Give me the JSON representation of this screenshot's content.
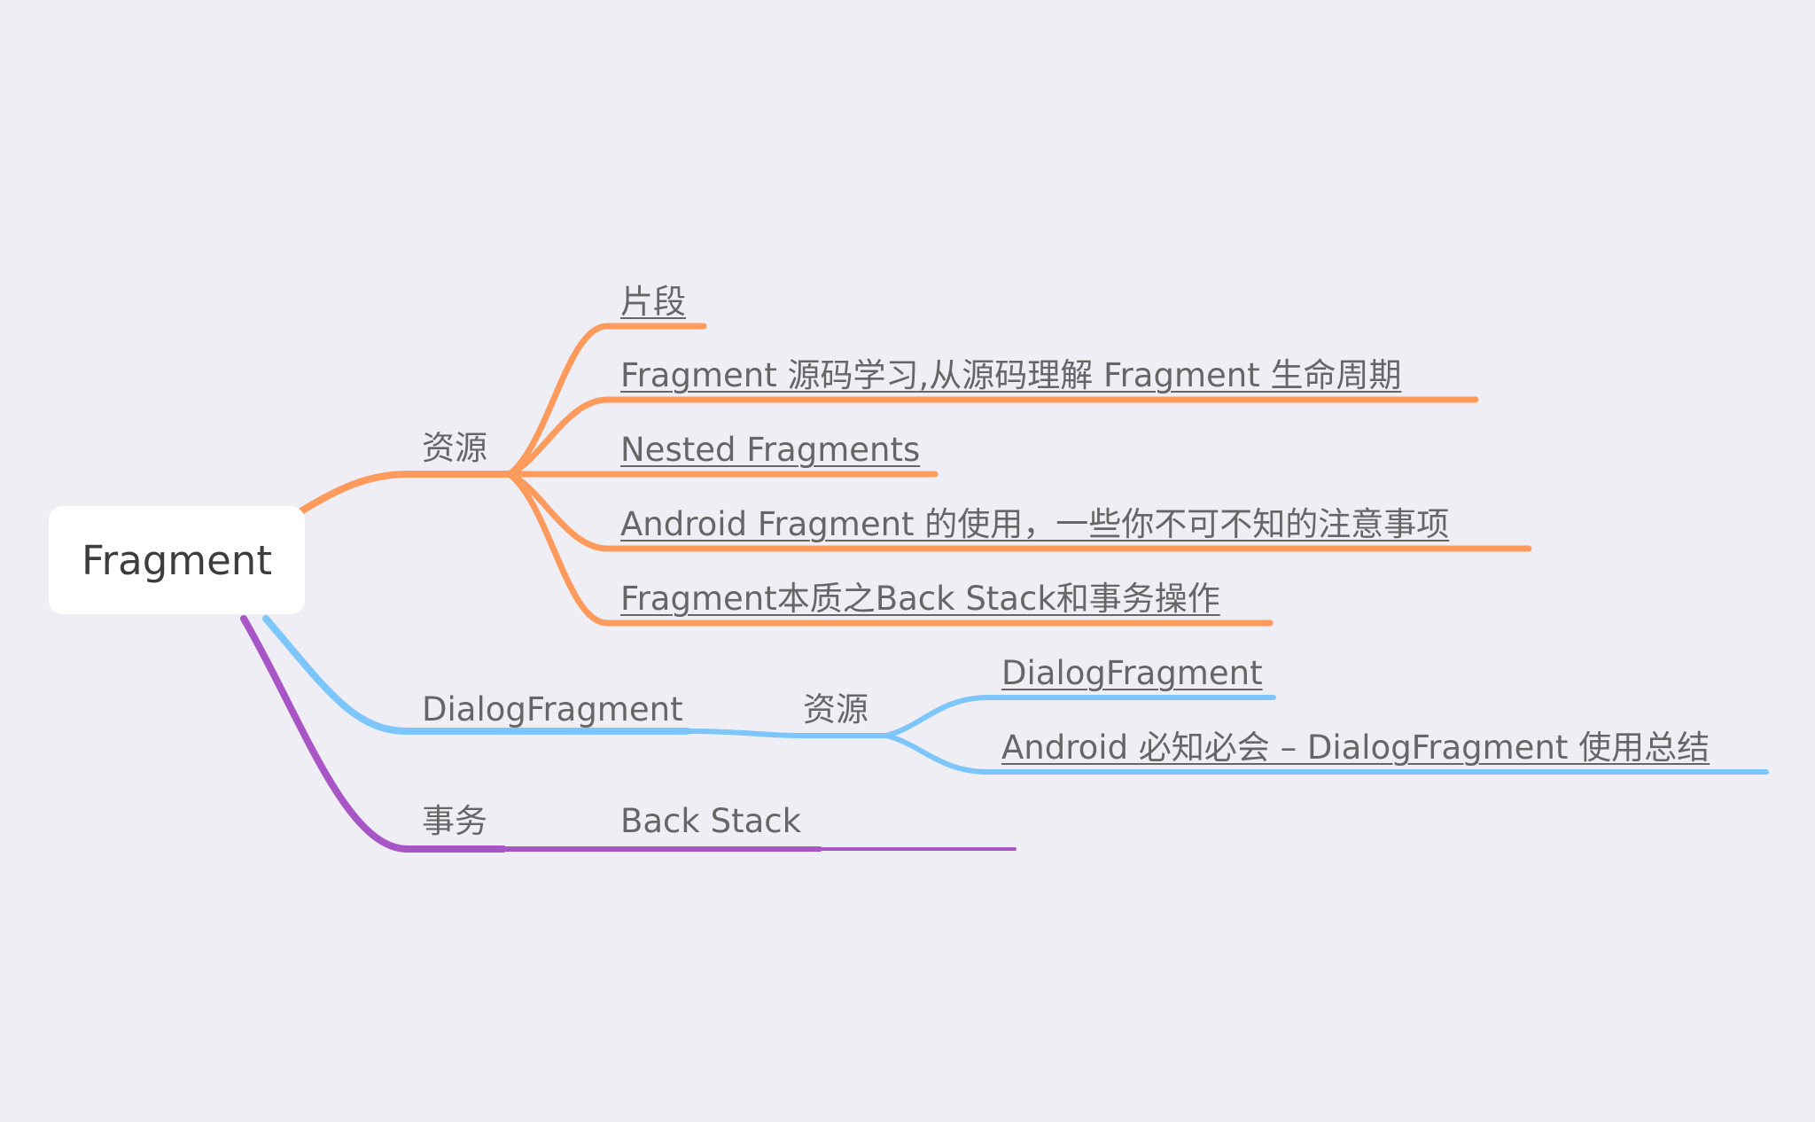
{
  "colors": {
    "background": "#efeef5",
    "branch_orange": "#fd9a5c",
    "branch_blue": "#7cc6fb",
    "branch_purple": "#a855c6",
    "text": "#666666",
    "root_text": "#3d3d3d"
  },
  "root": {
    "label": "Fragment"
  },
  "branches": {
    "resources": {
      "label": "资源",
      "links": [
        "片段",
        "Fragment 源码学习,从源码理解 Fragment 生命周期",
        "Nested Fragments",
        "Android Fragment 的使用，一些你不可不知的注意事项",
        "Fragment本质之Back Stack和事务操作"
      ]
    },
    "dialog_fragment": {
      "label": "DialogFragment",
      "sub_label": "资源",
      "links": [
        "DialogFragment",
        "Android 必知必会 – DialogFragment 使用总结"
      ]
    },
    "transaction": {
      "label": "事务",
      "sub_label": "Back Stack"
    }
  }
}
